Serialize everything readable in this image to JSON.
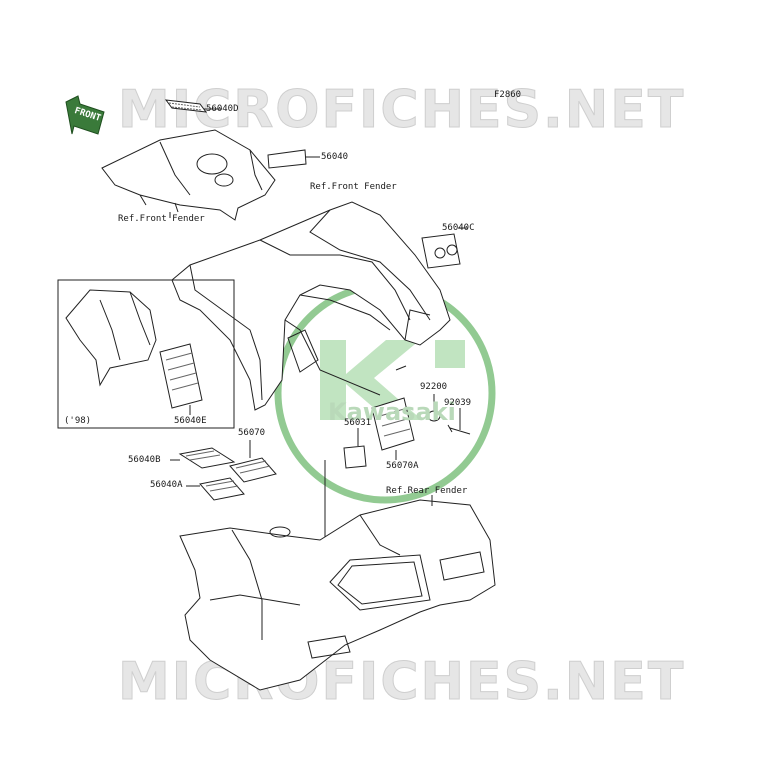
{
  "watermark": {
    "text": "MICROFICHES.NET"
  },
  "logo": {
    "brand_text": "Kawasaki",
    "color": "#3aa03a"
  },
  "figure_code": "F2860",
  "front_arrow": "FRONT",
  "labels": {
    "p56040D": "56040D",
    "p56040": "56040",
    "p56040C": "56040C",
    "p56040E": "56040E",
    "p56040B": "56040B",
    "p56040A": "56040A",
    "p56070": "56070",
    "p56070A": "56070A",
    "p56031": "56031",
    "p92200": "92200",
    "p92039": "92039",
    "ref_front_1": "Ref.Front Fender",
    "ref_front_2": "Ref.Front Fender",
    "ref_rear": "Ref.Rear Fender",
    "year_98": "('98)"
  },
  "colors": {
    "line": "#222222",
    "fill": "#ffffff",
    "decal": "#555555"
  }
}
